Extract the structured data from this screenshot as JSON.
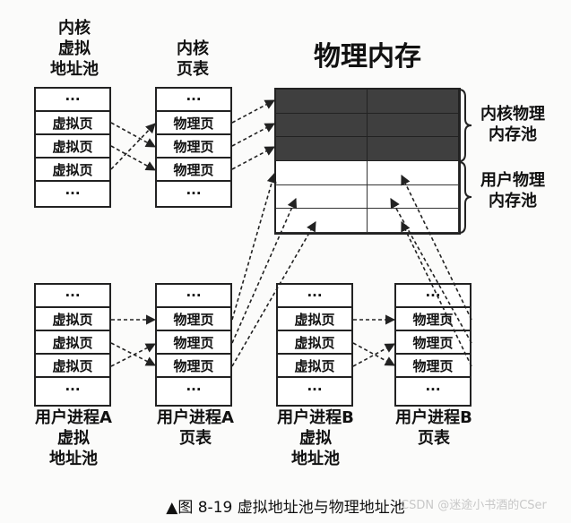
{
  "title": "物理内存",
  "labels": {
    "kernel_vpool": "内核\n虚拟\n地址池",
    "kernel_pt": "内核\n页表",
    "kernel_mem": "内核物理\n内存池",
    "user_mem": "用户物理\n内存池",
    "proc_a_vpool": "用户进程A\n虚拟\n地址池",
    "proc_a_pt": "用户进程A\n页表",
    "proc_b_vpool": "用户进程B\n虚拟\n地址池",
    "proc_b_pt": "用户进程B\n页表"
  },
  "cells": {
    "dots": "···",
    "virtual_page": "虚拟页",
    "physical_page": "物理页"
  },
  "caption": "▲图 8-19   虚拟地址池与物理地址池",
  "watermark": "CSDN @迷途小书酒的CSer",
  "colors": {
    "dark_pool": "#3f3f3f",
    "line": "#222222"
  }
}
